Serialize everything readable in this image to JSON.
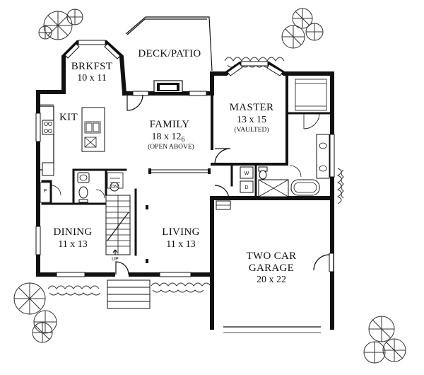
{
  "rooms": {
    "breakfast": {
      "name": "BRKFST",
      "dims": "10 x 11"
    },
    "deck": {
      "name": "DECK/PATIO"
    },
    "kitchen": {
      "name": "KIT"
    },
    "family": {
      "name": "FAMILY",
      "dims": "18 x 12",
      "dims_fraction": "6",
      "note": "(OPEN ABOVE)"
    },
    "master": {
      "name": "MASTER",
      "dims": "13 x 15",
      "note": "(VAULTED)"
    },
    "dining": {
      "name": "DINING",
      "dims": "11 x 13"
    },
    "living": {
      "name": "LIVING",
      "dims": "11 x 13"
    },
    "garage": {
      "name_line1": "TWO CAR",
      "name_line2": "GARAGE",
      "dims": "20 x 22"
    }
  },
  "labels": {
    "stair_down": "DN",
    "stair_up": "UP",
    "pantry": "P",
    "washer": "W",
    "dryer": "D"
  }
}
